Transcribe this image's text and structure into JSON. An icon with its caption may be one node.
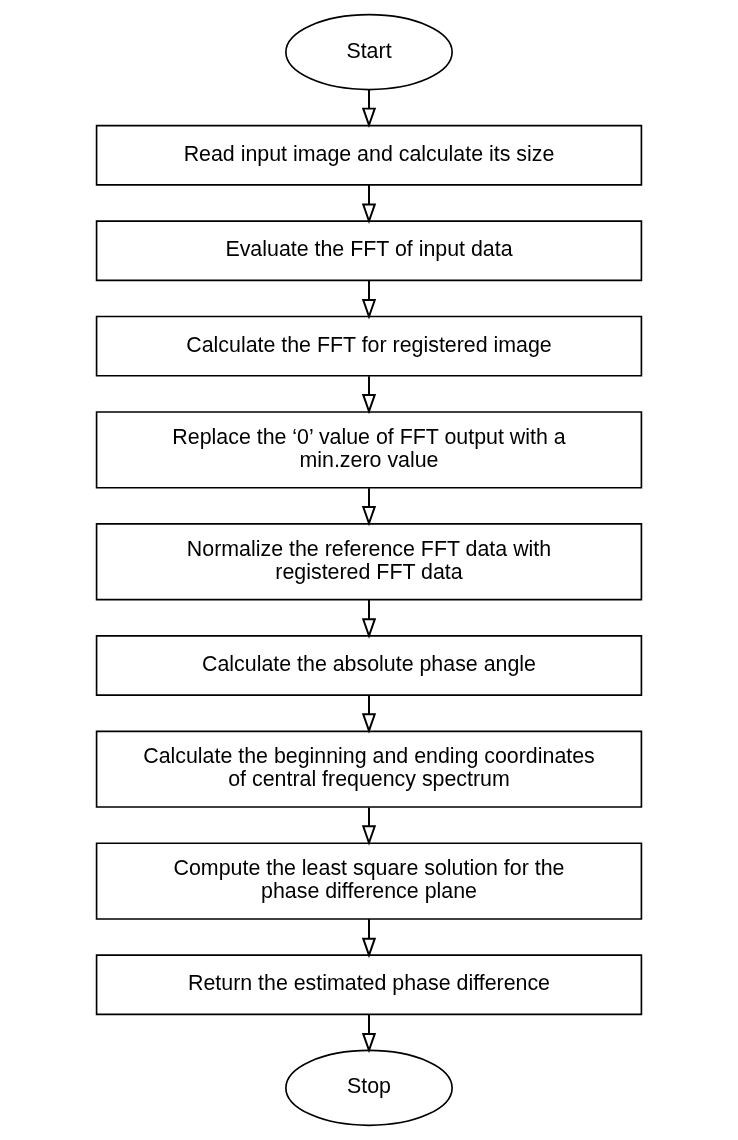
{
  "diagram": {
    "nodes": [
      {
        "text": [
          "Start"
        ]
      },
      {
        "text": [
          "Read input image and calculate its size"
        ]
      },
      {
        "text": [
          "Evaluate the FFT of input data"
        ]
      },
      {
        "text": [
          "Calculate the FFT for registered image"
        ]
      },
      {
        "text": [
          "Replace the ‘0’ value of FFT output with a min.zero value"
        ]
      },
      {
        "text": [
          "Normalize the reference FFT data with registered FFT data"
        ]
      },
      {
        "text": [
          "Calculate the absolute phase angle"
        ]
      },
      {
        "text": [
          "Calculate the beginning and ending coordinates of central frequency spectrum"
        ]
      },
      {
        "text": [
          "Compute the least square solution for the phase difference plane"
        ]
      },
      {
        "text": [
          "Return the estimated phase difference"
        ]
      },
      {
        "text": [
          "Stop"
        ]
      }
    ],
    "edges": [
      {
        "from": 0,
        "to": 1,
        "arrow": "to"
      },
      {
        "from": 1,
        "to": 2,
        "arrow": "to"
      },
      {
        "from": 2,
        "to": 3,
        "arrow": "to"
      },
      {
        "from": 3,
        "to": 4,
        "arrow": "to"
      },
      {
        "from": 4,
        "to": 5,
        "arrow": "to"
      },
      {
        "from": 5,
        "to": 6,
        "arrow": "to"
      },
      {
        "from": 6,
        "to": 7,
        "arrow": "to"
      },
      {
        "from": 7,
        "to": 8,
        "arrow": "to"
      },
      {
        "from": 8,
        "to": 9,
        "arrow": "to"
      },
      {
        "from": 9,
        "to": 10,
        "arrow": "to"
      }
    ]
  }
}
